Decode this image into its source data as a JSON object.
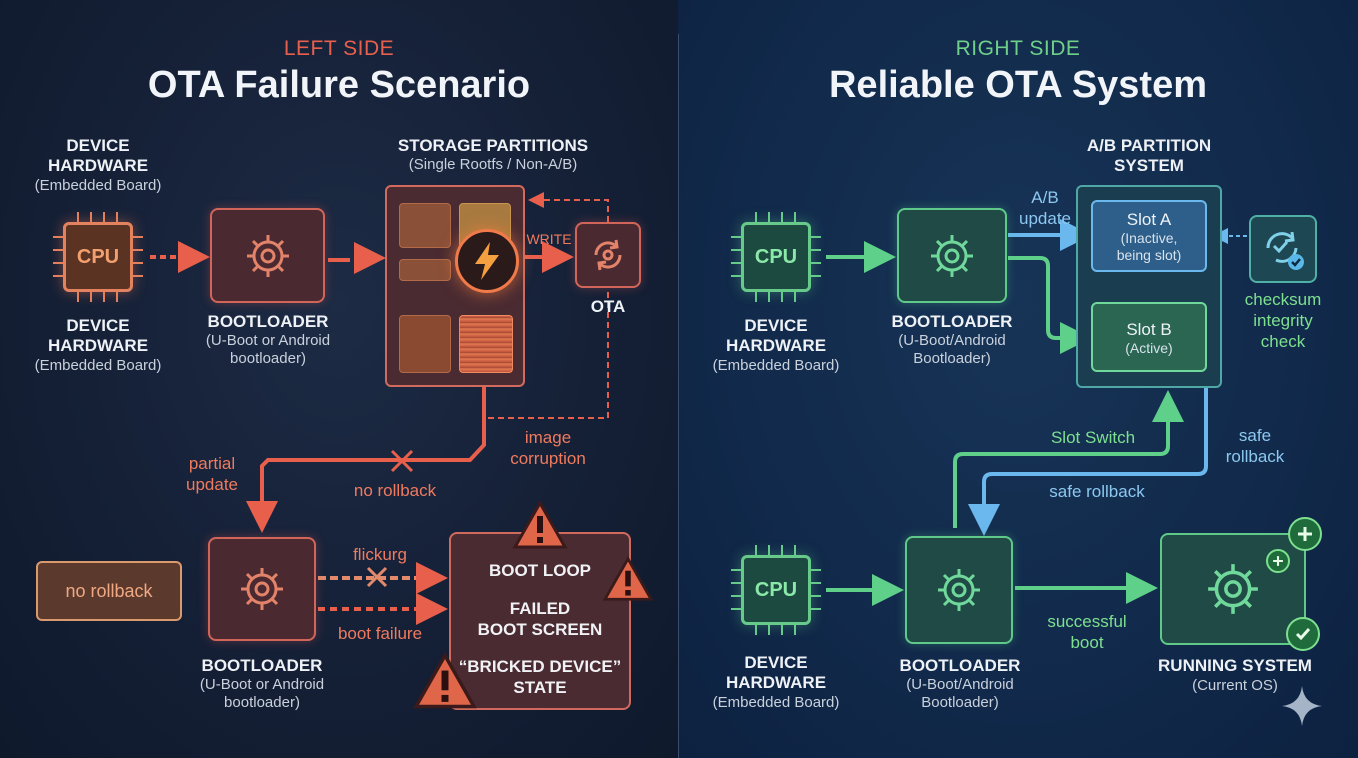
{
  "left": {
    "side_label": "LEFT SIDE",
    "title": "OTA Failure Scenario",
    "hw_top": {
      "title_1": "DEVICE",
      "title_2": "HARDWARE",
      "sub": "(Embedded Board)"
    },
    "hw_mid": {
      "title_1": "DEVICE",
      "title_2": "HARDWARE",
      "sub": "(Embedded Board)"
    },
    "cpu_label": "CPU",
    "bootloader_top": {
      "title": "BOOTLOADER",
      "sub_1": "(U-Boot or Android",
      "sub_2": "bootloader)"
    },
    "storage": {
      "title": "STORAGE PARTITIONS",
      "sub": "(Single Rootfs / Non-A/B)"
    },
    "write_label": "WRITE",
    "ota_label": "OTA",
    "image_corruption_1": "image",
    "image_corruption_2": "corruption",
    "partial_update_1": "partial",
    "partial_update_2": "update",
    "no_rollback_mid": "no rollback",
    "no_rollback_box": "no rollback",
    "flicker_label": "flickurg",
    "boot_failure": "boot failure",
    "bootloader_bottom": {
      "title": "BOOTLOADER",
      "sub_1": "(U-Boot or Android",
      "sub_2": "bootloader)"
    },
    "bootloop": {
      "line_1": "BOOT LOOP",
      "line_2": "FAILED",
      "line_3": "BOOT SCREEN",
      "line_4": "“BRICKED DEVICE”",
      "line_5": "STATE"
    }
  },
  "right": {
    "side_label": "RIGHT SIDE",
    "title": "Reliable OTA System",
    "cpu_label": "CPU",
    "hw_top": {
      "title_1": "DEVICE",
      "title_2": "HARDWARE",
      "sub": "(Embedded Board)"
    },
    "hw_bottom": {
      "title_1": "DEVICE",
      "title_2": "HARDWARE",
      "sub": "(Embedded Board)"
    },
    "bootloader_top": {
      "title": "BOOTLOADER",
      "sub_1": "(U-Boot/Android",
      "sub_2": "Bootloader)"
    },
    "bootloader_bottom": {
      "title": "BOOTLOADER",
      "sub_1": "(U-Boot/Android",
      "sub_2": "Bootloader)"
    },
    "ab_system": {
      "title_1": "A/B PARTITION",
      "title_2": "SYSTEM"
    },
    "ab_update_1": "A/B",
    "ab_update_2": "update",
    "slot_a": {
      "name": "Slot A",
      "desc_1": "(Inactive,",
      "desc_2": "being slot)"
    },
    "slot_b": {
      "name": "Slot B",
      "desc_1": "(Active)"
    },
    "checksum_1": "checksum",
    "checksum_2": "integrity",
    "checksum_3": "check",
    "slot_switch": "Slot Switch",
    "safe_rollback_side_1": "safe",
    "safe_rollback_side_2": "rollback",
    "safe_rollback_mid": "safe rollback",
    "successful_boot_1": "successful",
    "successful_boot_2": "boot",
    "running_system": {
      "title": "RUNNING SYSTEM",
      "sub": "(Current OS)"
    }
  },
  "colors": {
    "fail_red": "#e8604c",
    "ok_green": "#5fd08a",
    "rollback_blue": "#6ab8ee"
  },
  "icons": [
    "cpu-chip-icon",
    "gear-icon",
    "lightning-bolt-icon",
    "sync-icon",
    "warning-icon",
    "broken-link-x-icon",
    "checksum-sync-icon",
    "plus-badge-icon",
    "check-badge-icon",
    "sparkle-icon"
  ]
}
